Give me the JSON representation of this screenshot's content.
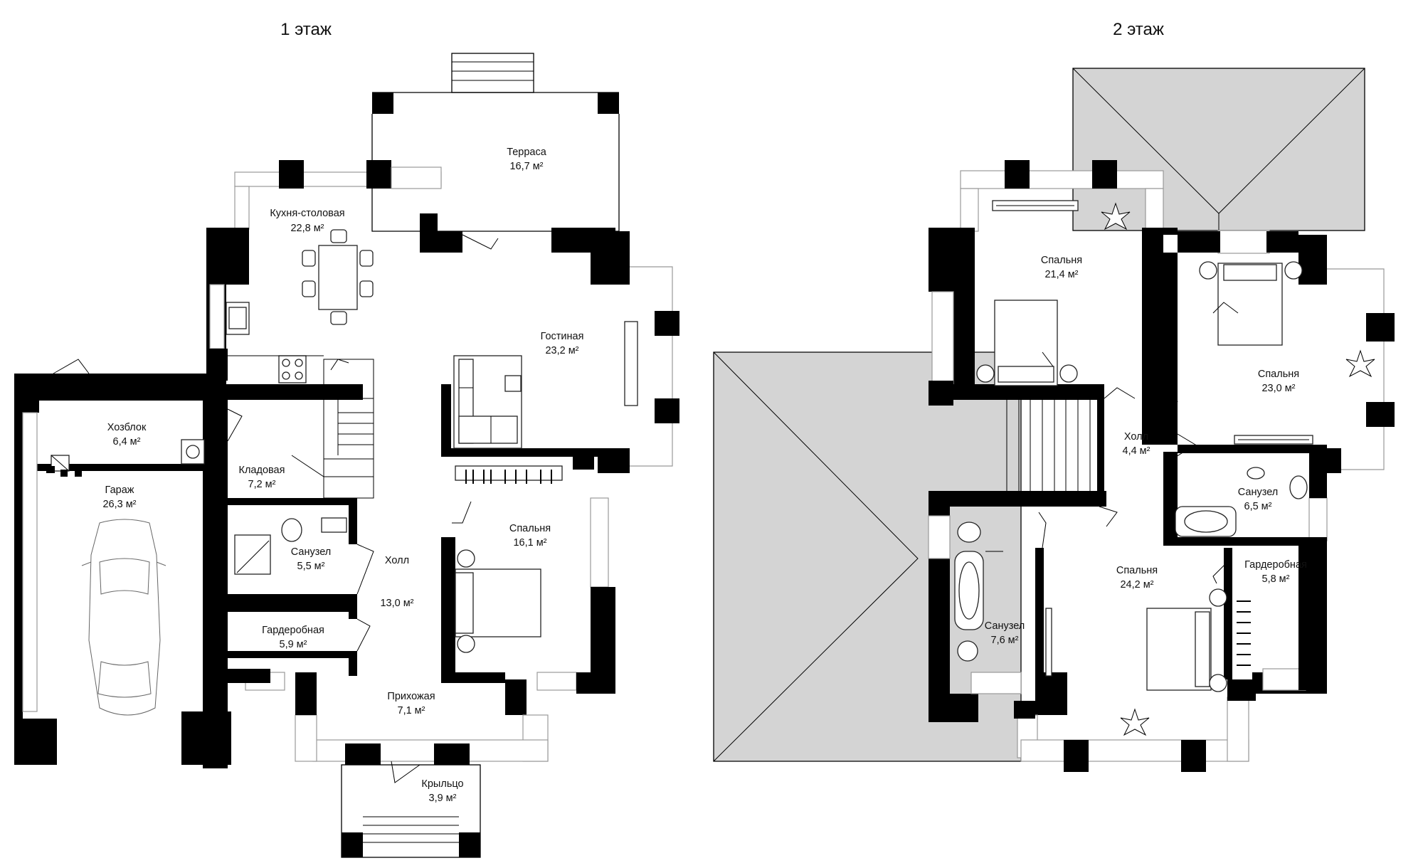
{
  "floors": [
    {
      "title": "1 этаж",
      "rooms": [
        {
          "name": "Терраса",
          "area": "16,7 м²"
        },
        {
          "name": "Кухня-столовая",
          "area": "22,8 м²"
        },
        {
          "name": "Гостиная",
          "area": "23,2 м²"
        },
        {
          "name": "Хозблок",
          "area": "6,4 м²"
        },
        {
          "name": "Кладовая",
          "area": "7,2 м²"
        },
        {
          "name": "Гараж",
          "area": "26,3 м²"
        },
        {
          "name": "Санузел",
          "area": "5,5 м²"
        },
        {
          "name": "Спальня",
          "area": "16,1 м²"
        },
        {
          "name": "Холл",
          "area": "13,0 м²"
        },
        {
          "name": "Гардеробная",
          "area": "5,9 м²"
        },
        {
          "name": "Прихожая",
          "area": "7,1 м²"
        },
        {
          "name": "Крыльцо",
          "area": "3,9 м²"
        }
      ]
    },
    {
      "title": "2 этаж",
      "rooms": [
        {
          "name": "Спальня",
          "area": "21,4 м²"
        },
        {
          "name": "Спальня",
          "area": "23,0 м²"
        },
        {
          "name": "Холл",
          "area": "4,4 м²"
        },
        {
          "name": "Санузел",
          "area": "6,5 м²"
        },
        {
          "name": "Спальня",
          "area": "24,2 м²"
        },
        {
          "name": "Гардеробная",
          "area": "5,8 м²"
        },
        {
          "name": "Санузел",
          "area": "7,6 м²"
        }
      ]
    }
  ]
}
